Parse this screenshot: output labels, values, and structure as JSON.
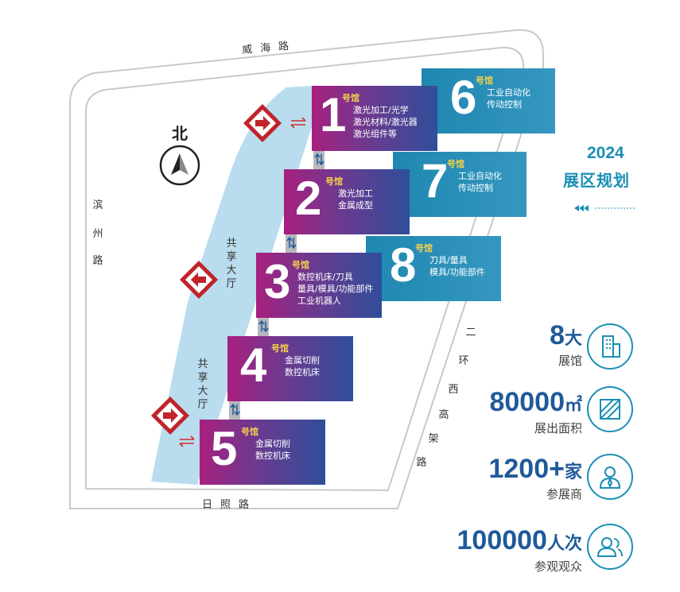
{
  "roads": {
    "north": "威海路",
    "west": [
      "滨",
      "州",
      "路"
    ],
    "south": "日照路",
    "east": [
      "二",
      "环",
      "西",
      "高",
      "架",
      "路"
    ]
  },
  "compass": {
    "label": "北",
    "icon": "north-arrow-icon"
  },
  "shared_halls": [
    [
      "共",
      "享",
      "大",
      "厅"
    ],
    [
      "共",
      "享",
      "大",
      "厅"
    ]
  ],
  "hall_suffix": "号馆",
  "halls": [
    {
      "number": "1",
      "lines": [
        "激光加工/光学",
        "激光材料/激光器",
        "激光组件等"
      ]
    },
    {
      "number": "2",
      "lines": [
        "激光加工",
        "金属成型"
      ]
    },
    {
      "number": "3",
      "lines": [
        "数控机床/刀具",
        "量具/模具/功能部件",
        "工业机器人"
      ]
    },
    {
      "number": "4",
      "lines": [
        "金属切削",
        "数控机床"
      ]
    },
    {
      "number": "5",
      "lines": [
        "金属切削",
        "数控机床"
      ]
    },
    {
      "number": "6",
      "lines": [
        "工业自动化",
        "传动控制"
      ]
    },
    {
      "number": "7",
      "lines": [
        "工业自动化",
        "传动控制"
      ]
    },
    {
      "number": "8",
      "lines": [
        "刀具/量具",
        "模具/功能部件"
      ]
    }
  ],
  "plan": {
    "year": "2024",
    "title": "展区规划"
  },
  "stats": [
    {
      "value": "8",
      "unit": "大",
      "label": "展馆",
      "icon": "building-icon"
    },
    {
      "value": "80000",
      "unit": "㎡",
      "label": "展出面积",
      "icon": "area-icon"
    },
    {
      "value": "1200+",
      "unit": "家",
      "label": "参展商",
      "icon": "exhibitor-icon"
    },
    {
      "value": "100000",
      "unit": "人次",
      "label": "参观观众",
      "icon": "visitors-icon"
    }
  ],
  "colors": {
    "hall_gradient_start": "#a8207e",
    "hall_gradient_end": "#2f4e9a",
    "hall_teal": "#2a90b9",
    "hall_suffix": "#f6d24a",
    "shared_hall_area": "#b9dcee",
    "entrance_red": "#c0242b",
    "stat_blue": "#1f5a9a",
    "plan_teal": "#1a8fb5"
  }
}
